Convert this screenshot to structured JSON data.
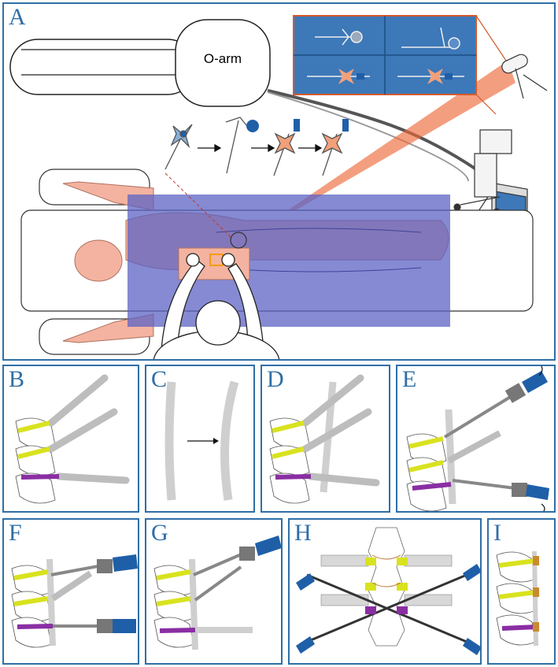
{
  "panels": {
    "a": "A",
    "b": "B",
    "c": "C",
    "d": "D",
    "e": "E",
    "f": "F",
    "g": "G",
    "h": "H",
    "i": "I"
  },
  "oarm_label": "O-arm",
  "colors": {
    "frame": "#2f6fa6",
    "sterile_field": "#5c63c4",
    "skin": "#f3b3a0",
    "screw_yellow": "#d9e21e",
    "screw_purple": "#8a2ea3",
    "handle_blue": "#1f5fa8",
    "rod_gray": "#cfcfcf",
    "screen_blue": "#3d78b8",
    "navigation_beam": "#ee6a3c"
  }
}
